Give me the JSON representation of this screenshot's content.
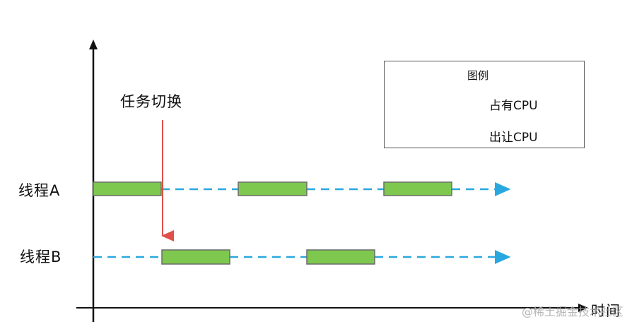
{
  "switch_label": "任务切换",
  "thread_a_label": "线程A",
  "thread_b_label": "线程B",
  "x_axis_label": "时间",
  "legend": {
    "title": "图例",
    "occupy_label": "占有CPU",
    "yield_label": "出让CPU"
  },
  "watermark": "@稀土掘金技术社区",
  "colors": {
    "occupy_fill": "#7ec850",
    "occupy_stroke": "#6b6b6b",
    "yield_dash": "#29a8e0",
    "switch_arrow": "#e0504a",
    "axis": "#111111"
  }
}
